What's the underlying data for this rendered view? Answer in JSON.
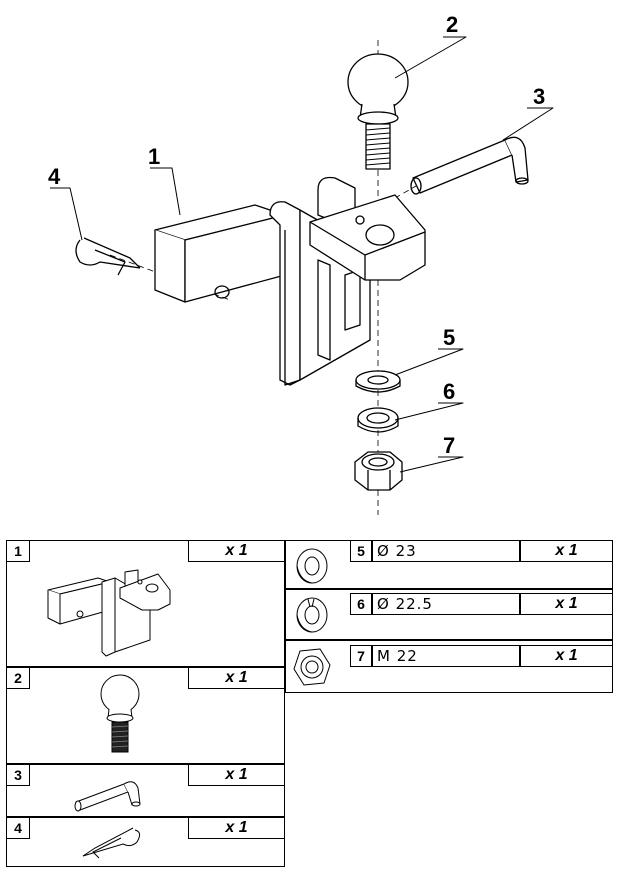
{
  "callouts": [
    {
      "id": "1",
      "label": "1"
    },
    {
      "id": "2",
      "label": "2"
    },
    {
      "id": "3",
      "label": "3"
    },
    {
      "id": "4",
      "label": "4"
    },
    {
      "id": "5",
      "label": "5"
    },
    {
      "id": "6",
      "label": "6"
    },
    {
      "id": "7",
      "label": "7"
    }
  ],
  "parts_list": {
    "left": [
      {
        "num": "1",
        "qty": "x 1",
        "icon": "hitch-shank-icon"
      },
      {
        "num": "2",
        "qty": "x 1",
        "icon": "tow-ball-icon"
      },
      {
        "num": "3",
        "qty": "x 1",
        "icon": "hitch-pin-icon"
      },
      {
        "num": "4",
        "qty": "x 1",
        "icon": "hairpin-clip-icon"
      }
    ],
    "right": [
      {
        "num": "5",
        "spec": "Ø 23",
        "qty": "x 1",
        "icon": "flat-washer-icon"
      },
      {
        "num": "6",
        "spec": "Ø 22.5",
        "qty": "x 1",
        "icon": "lock-washer-icon"
      },
      {
        "num": "7",
        "spec": "M 22",
        "qty": "x 1",
        "icon": "hex-nut-icon"
      }
    ]
  }
}
